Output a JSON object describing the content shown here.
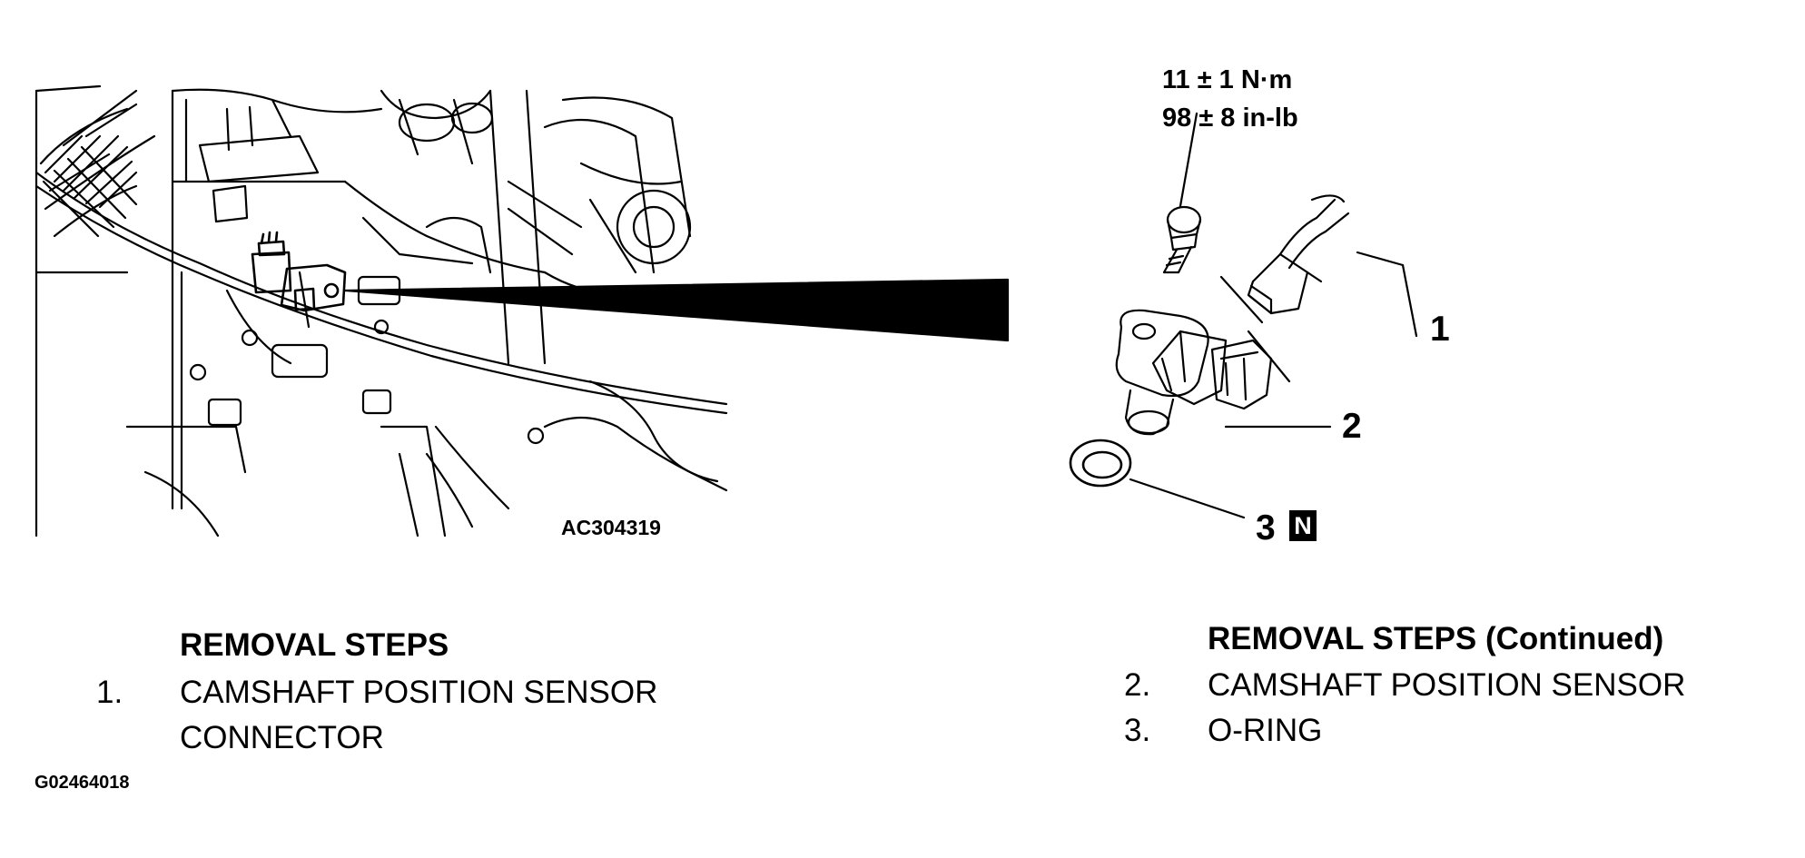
{
  "illustration": {
    "code": "AC304319",
    "torque": {
      "metric": "11 ± 1 N·m",
      "imperial": "98 ± 8 in-lb"
    },
    "callouts": [
      {
        "number": "1"
      },
      {
        "number": "2"
      },
      {
        "number": "3",
        "badge": "N"
      }
    ]
  },
  "steps_left": {
    "heading": "REMOVAL STEPS",
    "items": [
      {
        "number": "1.",
        "line1": "CAMSHAFT POSITION SENSOR",
        "line2": "CONNECTOR"
      }
    ]
  },
  "steps_right": {
    "heading": "REMOVAL STEPS (Continued)",
    "items": [
      {
        "number": "2.",
        "label": "CAMSHAFT POSITION SENSOR"
      },
      {
        "number": "3.",
        "label": "O-RING"
      }
    ]
  },
  "figure_id": "G02464018"
}
